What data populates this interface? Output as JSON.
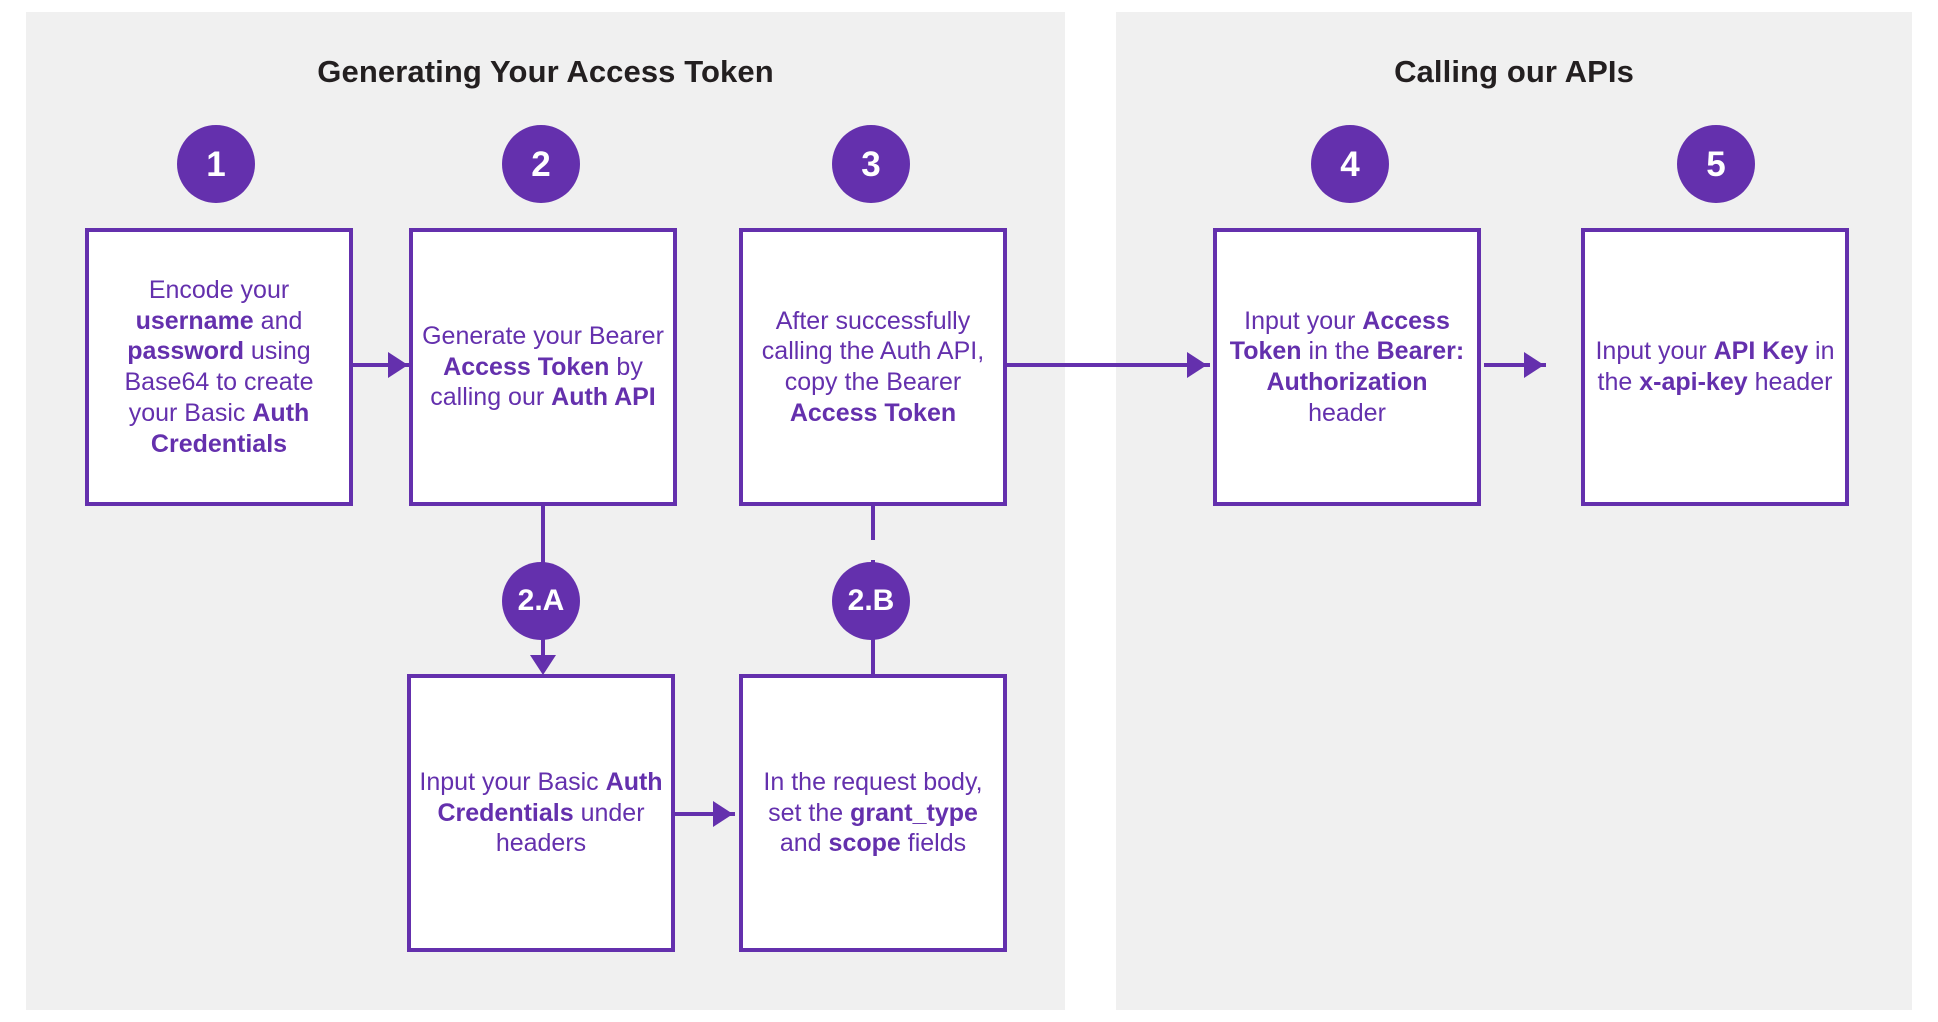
{
  "diagram": {
    "type": "flowchart",
    "theme": {
      "accent": "#6430ad",
      "panel_bg": "#f0f0f0",
      "box_bg": "#ffffff",
      "page_bg": "#ffffff",
      "title_color": "#231f20",
      "badge_text": "#ffffff"
    },
    "panels": [
      {
        "id": "generating",
        "title": "Generating Your Access Token"
      },
      {
        "id": "calling",
        "title": "Calling our APIs"
      }
    ],
    "steps": [
      {
        "badge": "1",
        "panel": "generating",
        "text_html": "Encode your <b>username</b> and <b>password</b> using Base64 to create your Basic <b>Auth Credentials</b>",
        "text_plain": "Encode your username and password using Base64 to create your Basic Auth Credentials"
      },
      {
        "badge": "2",
        "panel": "generating",
        "text_html": "Generate your Bearer <b>Access Token</b> by calling our <b>Auth API</b>",
        "text_plain": "Generate your Bearer Access Token by calling our Auth API"
      },
      {
        "badge": "3",
        "panel": "generating",
        "text_html": "After successfully calling the Auth API, copy the Bearer <b>Access Token</b>",
        "text_plain": "After successfully calling the Auth API, copy the Bearer Access Token"
      },
      {
        "badge": "4",
        "panel": "calling",
        "text_html": "Input your <b>Access Token</b> in the <b>Bearer: Authorization</b> header",
        "text_plain": "Input your Access Token in the Bearer: Authorization header"
      },
      {
        "badge": "5",
        "panel": "calling",
        "text_html": "Input your <b>API Key</b> in the <b>x-api-key</b> header",
        "text_plain": "Input your API Key in the x-api-key header"
      },
      {
        "badge": "2.A",
        "panel": "generating",
        "text_html": "Input your Basic <b>Auth Credentials</b> under headers",
        "text_plain": "Input your Basic Auth Credentials under headers"
      },
      {
        "badge": "2.B",
        "panel": "generating",
        "text_html": "In the request body, set the <b>grant_type</b> and <b>scope</b> fields",
        "text_plain": "In the request body, set the grant_type and scope fields"
      }
    ],
    "connections": [
      {
        "from": "1",
        "to": "2",
        "direction": "right"
      },
      {
        "from": "2",
        "to": "2.A",
        "direction": "down"
      },
      {
        "from": "2.A",
        "to": "2.B",
        "direction": "right"
      },
      {
        "from": "2.B",
        "to": "3",
        "direction": "up"
      },
      {
        "from": "3",
        "to": "4",
        "direction": "right"
      },
      {
        "from": "4",
        "to": "5",
        "direction": "right"
      }
    ]
  }
}
